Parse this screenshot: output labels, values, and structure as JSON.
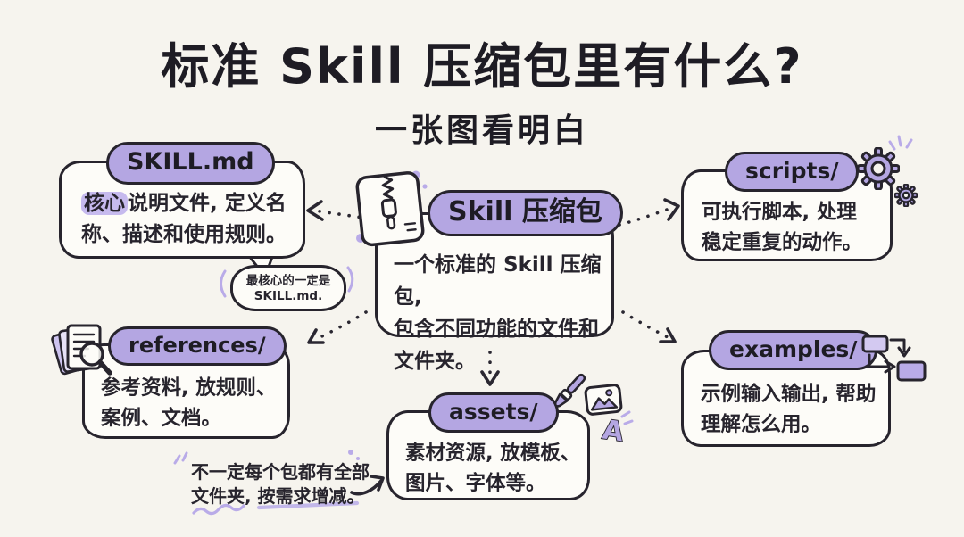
{
  "title": "标准 Skill 压缩包里有什么?",
  "subtitle": "一张图看明白",
  "center": {
    "label": "Skill 压缩包",
    "line1": "一个标准的 Skill 压缩包,",
    "line2": "包含不同功能的文件和",
    "line3": "文件夹。",
    "icon": "zip-archive-icon"
  },
  "skill_md": {
    "label": "SKILL.md",
    "highlight": "核心",
    "line1_rest": "说明文件, 定义名",
    "line2": "称、描述和使用规则。"
  },
  "callout": {
    "line1": "最核心的一定是",
    "line2": "SKILL.md."
  },
  "scripts": {
    "label": "scripts/",
    "line1": "可执行脚本, 处理",
    "line2": "稳定重复的动作。",
    "icon": "gears-icon"
  },
  "references": {
    "label": "references/",
    "line1": "参考资料, 放规则、",
    "line2": "案例、文档。",
    "icon": "documents-magnifier-icon"
  },
  "assets": {
    "label": "assets/",
    "line1": "素材资源, 放模板、",
    "line2": "图片、字体等。",
    "icon": "paintbrush-image-font-icons"
  },
  "examples": {
    "label": "examples/",
    "line1": "示例输入输出, 帮助",
    "line2": "理解怎么用。",
    "icon": "flow-diagram-icon"
  },
  "note": {
    "line1": "不一定每个包都有全部",
    "line2": "文件夹, 按需求增减。"
  },
  "colors": {
    "background": "#f6f4ee",
    "card": "#fdfcf8",
    "ink": "#27242d",
    "purple": "#b4a6e2",
    "purple_light": "#d3c9f1",
    "purple_accent": "#b9abe8",
    "highlight": "#c6baee"
  }
}
